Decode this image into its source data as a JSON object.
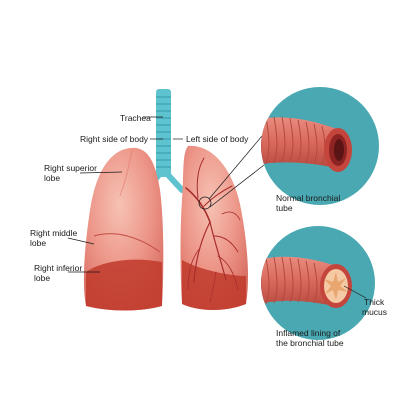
{
  "labels": {
    "trachea": "Trachea",
    "right_side": "Right side of body",
    "left_side": "Left side of body",
    "right_superior_1": "Right superior",
    "right_superior_2": "lobe",
    "right_middle_1": "Right middle",
    "right_middle_2": "lobe",
    "right_inferior_1": "Right inferior",
    "right_inferior_2": "lobe",
    "normal_1": "Normal bronchial",
    "normal_2": "tube",
    "thick_1": "Thick",
    "thick_2": "mucus",
    "inflamed_1": "Inflamed lining of",
    "inflamed_2": "the bronchial tube"
  },
  "colors": {
    "trachea": "#5fc3cf",
    "lung_light": "#f2a594",
    "lung_mid": "#e8837a",
    "lung_dark": "#c0392b",
    "vessel": "#b03030",
    "circle_bg": "#4aa8b2",
    "tube_outer": "#d9685c",
    "mucus": "#f4c9a3"
  }
}
